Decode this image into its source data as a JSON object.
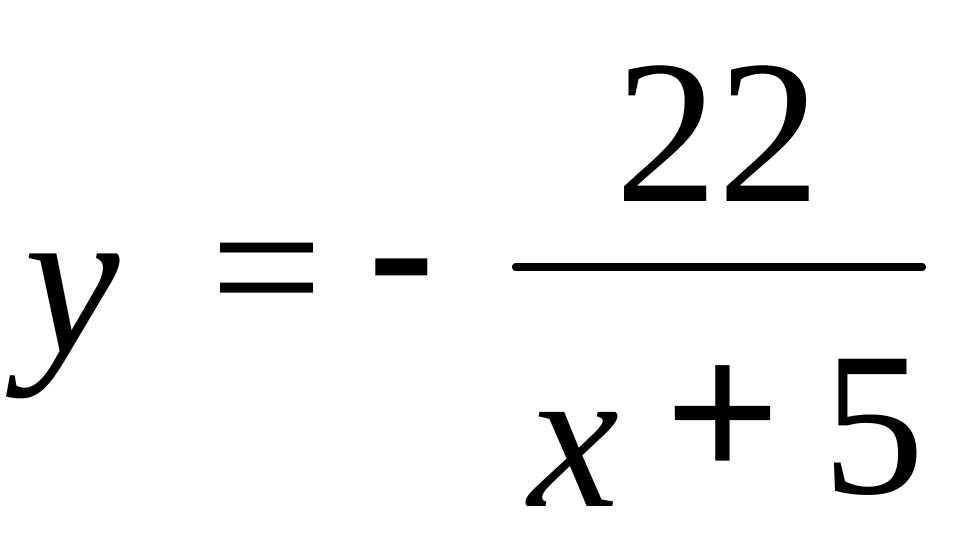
{
  "equation": {
    "lhs_variable": "y",
    "equals_sign": "=",
    "minus_sign": "-",
    "numerator": "22",
    "denominator": {
      "variable": "x",
      "plus_sign": "+",
      "constant": "5"
    }
  },
  "colors": {
    "text": "#000000",
    "background": "#ffffff"
  }
}
